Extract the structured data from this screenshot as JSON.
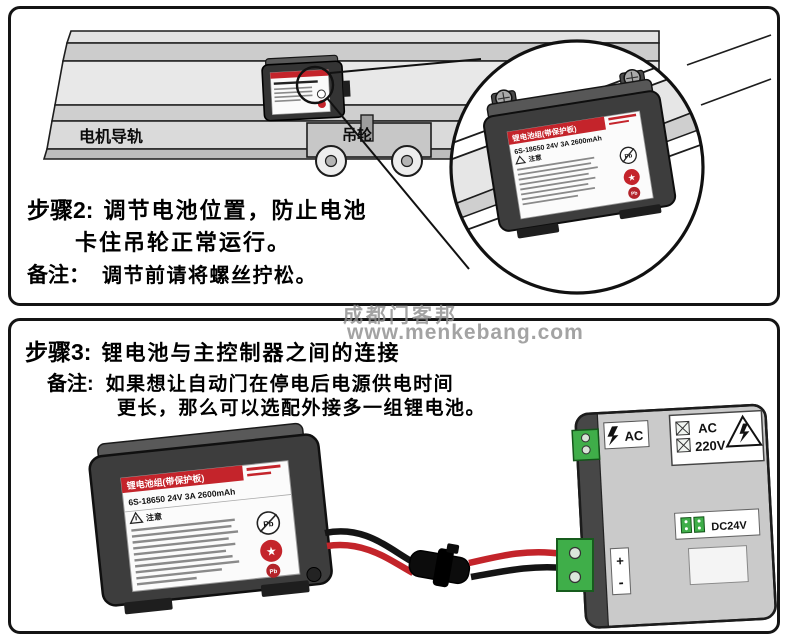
{
  "watermark": {
    "line1": "成都门客邦",
    "line2": "www.menkebang.com"
  },
  "panel1": {
    "step_label": "步骤2:",
    "step_line1": "调节电池位置，防止电池",
    "step_line2": "卡住吊轮正常运行。",
    "note_label": "备注：",
    "note_text": "调节前请将螺丝拧松。",
    "rail_label": "电机导轨",
    "wheel_label": "吊轮",
    "zoom_battery": {
      "title": "锂电池组(带保护板)",
      "spec": "6S-18650 24V 3A 2600mAh",
      "caution": "注意",
      "pb": "Pb",
      "star": "★"
    }
  },
  "panel2": {
    "step_label": "步骤3:",
    "step_text": "锂电池与主控制器之间的连接",
    "note_label": "备注:",
    "note_line1": "如果想让自动门在停电后电源供电时间",
    "note_line2": "更长，那么可以选配外接多一组锂电池。",
    "battery": {
      "title": "锂电池组(带保护板)",
      "spec": "6S-18650 24V 3A 2600mAh",
      "caution": "注意",
      "pb": "Pb",
      "star": "★"
    },
    "controller": {
      "ac_port": "AC",
      "ac_line1": "AC",
      "ac_line2": "220V",
      "dc_label": "DC24V",
      "plus": "+",
      "minus": "-"
    }
  }
}
